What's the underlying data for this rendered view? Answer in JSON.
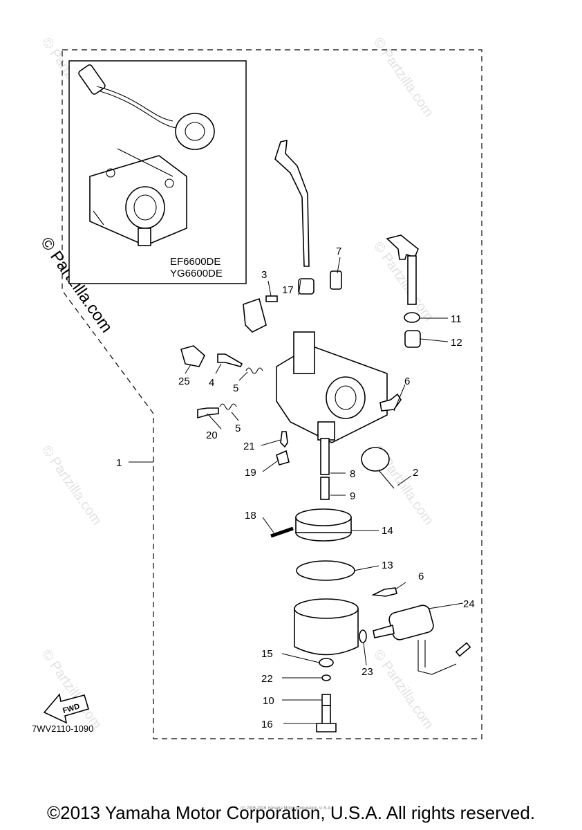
{
  "inset": {
    "models": [
      "EF6600DE",
      "YG6600DE"
    ]
  },
  "diagram_code": "7WV2110-1090",
  "fwd_label": "FWD",
  "watermark": {
    "big": "© Partzilla.com",
    "small": "© Partzilla.com"
  },
  "fine_print": "(c) 2005-2016 Yamaha Motor Corporation, U.S.A.",
  "copyright": "©2013 Yamaha Motor Corporation, U.S.A. All rights reserved.",
  "callouts": {
    "c1": "1",
    "c2": "2",
    "c3": "3",
    "c4": "4",
    "c5a": "5",
    "c5b": "5",
    "c6a": "6",
    "c6b": "6",
    "c7": "7",
    "c8": "8",
    "c9": "9",
    "c10": "10",
    "c11": "11",
    "c12": "12",
    "c13": "13",
    "c14": "14",
    "c15": "15",
    "c16": "16",
    "c17": "17",
    "c18": "18",
    "c19": "19",
    "c20": "20",
    "c21": "21",
    "c22": "22",
    "c23": "23",
    "c24": "24",
    "c25": "25"
  }
}
